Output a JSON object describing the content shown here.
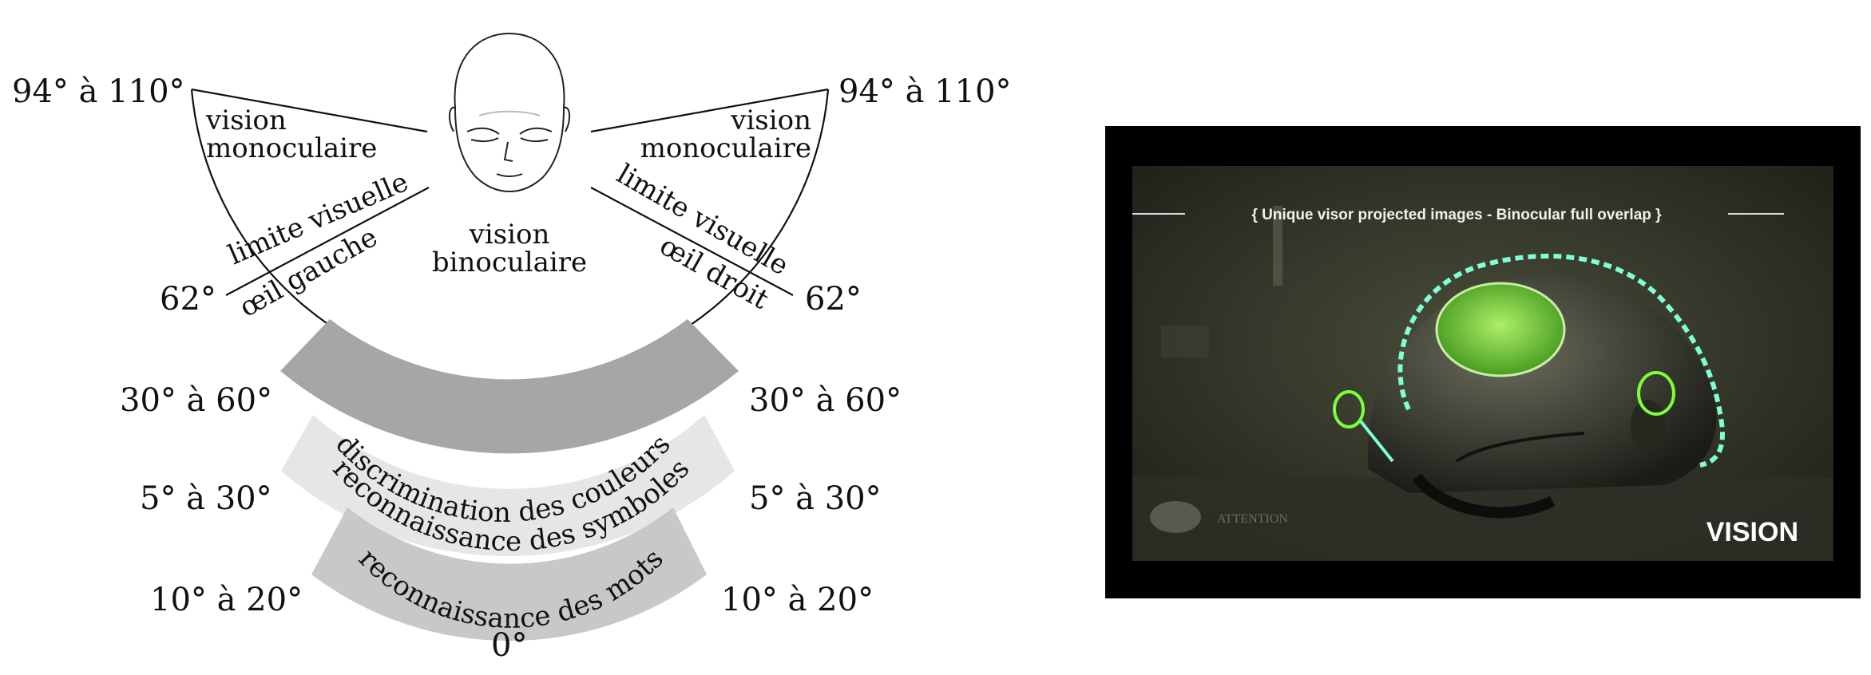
{
  "diagram": {
    "angle_labels": {
      "top_left": "94° à 110°",
      "top_right": "94° à 110°",
      "mid_left": "62°",
      "mid_right": "62°",
      "color_left": "30° à 60°",
      "color_right": "30° à 60°",
      "symbol_left": "5° à 30°",
      "symbol_right": "5° à 30°",
      "word_left": "10° à 20°",
      "word_right": "10° à 20°",
      "center": "0°"
    },
    "zones": {
      "monocular_left": [
        "vision",
        "monoculaire"
      ],
      "monocular_right": [
        "vision",
        "monoculaire"
      ],
      "binocular": [
        "vision",
        "binoculaire"
      ],
      "limit_left": "limite visuelle",
      "limit_right": "limite visuelle",
      "eye_left": "œil gauche",
      "eye_right": "œil droit",
      "color_band": "discrimination des couleurs",
      "symbol_band": "reconnaissance des symboles",
      "word_band": "reconnaissance des mots"
    },
    "colors": {
      "color_band": "#a6a6a6",
      "symbol_band": "#e6e6e6",
      "word_band": "#c8c8c8"
    }
  },
  "photo": {
    "caption": "{ Unique visor projected images - Binocular full overlap }",
    "watermark": "VISION",
    "logo_text": "ATTENTION",
    "colors": {
      "overlay": "#7fffd4",
      "visor": "#7cff3a"
    }
  }
}
